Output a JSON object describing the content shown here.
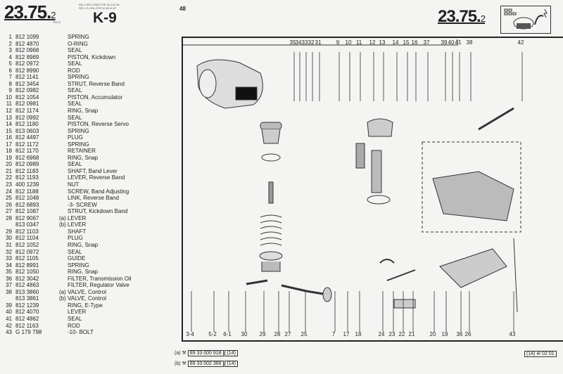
{
  "header": {
    "page_number_main": "23.75.",
    "page_number_sub": "2",
    "sub_label": "P.C.3",
    "small_text": [
      "AM 1-REV-1980 FOR 25-1LE 81",
      "REV: R-LEN-GTR 10 82 M 87"
    ],
    "model": "K-9",
    "right_page_number_main": "23.75.",
    "right_page_number_sub": "2",
    "center_mark": "48"
  },
  "parts": [
    {
      "n": "1",
      "p": "812 1099",
      "v": "",
      "d": "SPRING"
    },
    {
      "n": "2",
      "p": "812 4870",
      "v": "",
      "d": "O-RING"
    },
    {
      "n": "3",
      "p": "812 0968",
      "v": "",
      "d": "SEAL"
    },
    {
      "n": "4",
      "p": "812 8969",
      "v": "",
      "d": "PISTON, Kickdown"
    },
    {
      "n": "5",
      "p": "812 0972",
      "v": "",
      "d": "SEAL"
    },
    {
      "n": "6",
      "p": "812 8990",
      "v": "",
      "d": "ROD"
    },
    {
      "n": "7",
      "p": "812 1141",
      "v": "",
      "d": "SPRING"
    },
    {
      "n": "8",
      "p": "812 3454",
      "v": "",
      "d": "STRUT, Reverse Band"
    },
    {
      "n": "9",
      "p": "812 0982",
      "v": "",
      "d": "SEAL"
    },
    {
      "n": "10",
      "p": "812 1054",
      "v": "",
      "d": "PISTON, Accumulator"
    },
    {
      "n": "11",
      "p": "812 0981",
      "v": "",
      "d": "SEAL"
    },
    {
      "n": "12",
      "p": "812 1174",
      "v": "",
      "d": "RING, Snap"
    },
    {
      "n": "13",
      "p": "812 0992",
      "v": "",
      "d": "SEAL"
    },
    {
      "n": "14",
      "p": "812 1180",
      "v": "",
      "d": "PISTON, Reverse Servo"
    },
    {
      "n": "15",
      "p": "813 0603",
      "v": "",
      "d": "SPRING"
    },
    {
      "n": "16",
      "p": "812 4497",
      "v": "",
      "d": "PLUG"
    },
    {
      "n": "17",
      "p": "812 1172",
      "v": "",
      "d": "SPRING"
    },
    {
      "n": "18",
      "p": "812 1170",
      "v": "",
      "d": "RETAINER"
    },
    {
      "n": "19",
      "p": "812 6968",
      "v": "",
      "d": "RING, Snap"
    },
    {
      "n": "20",
      "p": "812 0989",
      "v": "",
      "d": "SEAL"
    },
    {
      "n": "21",
      "p": "812 1183",
      "v": "",
      "d": "SHAFT, Band Lever"
    },
    {
      "n": "22",
      "p": "812 1193",
      "v": "",
      "d": "LEVER, Reverse Band"
    },
    {
      "n": "23",
      "p": "400 1239",
      "v": "",
      "d": "NUT"
    },
    {
      "n": "24",
      "p": "812 1188",
      "v": "",
      "d": "SCREW, Band Adjusting"
    },
    {
      "n": "25",
      "p": "812 1048",
      "v": "",
      "d": "LINK, Reverse Band"
    },
    {
      "n": "26",
      "p": "812 6893",
      "v": "",
      "d": "-3- SCREW"
    },
    {
      "n": "27",
      "p": "812 1087",
      "v": "",
      "d": "STRUT, Kickdown Band"
    },
    {
      "n": "28",
      "p": "812 9067",
      "v": "(a)",
      "d": "LEVER"
    },
    {
      "n": "",
      "p": "813 0347",
      "v": "(b)",
      "d": "LEVER"
    },
    {
      "n": "29",
      "p": "812 1103",
      "v": "",
      "d": "SHAFT"
    },
    {
      "n": "30",
      "p": "812 1104",
      "v": "",
      "d": "PLUG"
    },
    {
      "n": "31",
      "p": "812 1052",
      "v": "",
      "d": "RING, Snap"
    },
    {
      "n": "32",
      "p": "812 0972",
      "v": "",
      "d": "SEAL"
    },
    {
      "n": "33",
      "p": "812 1105",
      "v": "",
      "d": "GUIDE"
    },
    {
      "n": "34",
      "p": "812 8991",
      "v": "",
      "d": "SPRING"
    },
    {
      "n": "35",
      "p": "812 1050",
      "v": "",
      "d": "RING, Snap"
    },
    {
      "n": "36",
      "p": "812 3042",
      "v": "",
      "d": "FILTER, Transmission Oil"
    },
    {
      "n": "37",
      "p": "812 4863",
      "v": "",
      "d": "FILTER, Regulator Valve"
    },
    {
      "n": "38",
      "p": "813 3860",
      "v": "(a)",
      "d": "VALVE, Control"
    },
    {
      "n": "",
      "p": "813 3861",
      "v": "(b)",
      "d": "VALVE, Control"
    },
    {
      "n": "39",
      "p": "812 1239",
      "v": "",
      "d": "RING, E-Type"
    },
    {
      "n": "40",
      "p": "812 4070",
      "v": "",
      "d": "LEVER"
    },
    {
      "n": "41",
      "p": "812 4862",
      "v": "",
      "d": "SEAL"
    },
    {
      "n": "42",
      "p": "812 1163",
      "v": "",
      "d": "ROD"
    },
    {
      "n": "43",
      "p": "G 179 798",
      "v": "",
      "d": "-10- BOLT"
    }
  ],
  "callouts_top": [
    "35",
    "34",
    "33",
    "32",
    "31",
    "9",
    "10",
    "11",
    "12",
    "13",
    "14",
    "15",
    "16",
    "37",
    "39",
    "40",
    "41",
    "38",
    "42"
  ],
  "callouts_bottom": [
    "3-4",
    "5-2",
    "6-1",
    "30",
    "29",
    "28",
    "27",
    "25",
    "7",
    "17",
    "18",
    "24",
    "23",
    "22",
    "21",
    "20",
    "19",
    "36",
    "26",
    "43"
  ],
  "footer": {
    "refs": [
      {
        "variant": "(a)",
        "number": "89 33 000 918",
        "code": "(14)"
      },
      {
        "variant": "(b)",
        "number": "89 33 002 366",
        "code": "(14)"
      }
    ],
    "date_code": "(14) 4/ 02 01"
  }
}
